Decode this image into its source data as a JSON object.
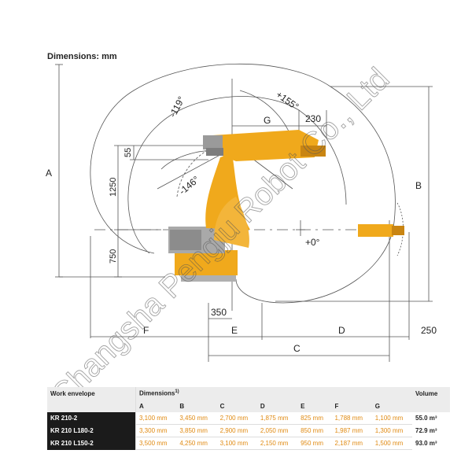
{
  "diagram": {
    "title": "Dimensions: mm",
    "labels": {
      "A": "A",
      "B": "B",
      "C": "C",
      "D": "D",
      "E": "E",
      "F": "F",
      "G": "G",
      "d230": "230",
      "d55": "55",
      "d1250": "1250",
      "d750": "750",
      "d350": "350",
      "d250": "250",
      "ang_m119": "-119°",
      "ang_p155": "+155°",
      "ang_m146": "-146°",
      "ang_p0": "+0°"
    },
    "watermark": "Changsha Pengju Robot Co., Ltd",
    "colors": {
      "robot": "#f0a91c",
      "robot_dark": "#c98512",
      "base": "#a9a9a9",
      "line": "#555555"
    }
  },
  "table": {
    "header_workenvelope": "Work envelope",
    "header_dimensions": "Dimensions",
    "header_dim_footnote": "1)",
    "header_volume": "Volume",
    "columns": [
      "A",
      "B",
      "C",
      "D",
      "E",
      "F",
      "G"
    ],
    "rows": [
      {
        "model": "KR 210-2",
        "values": [
          "3,100 mm",
          "3,450 mm",
          "2,700 mm",
          "1,875 mm",
          "825 mm",
          "1,788 mm",
          "1,100 mm"
        ],
        "volume": "55.0 m³"
      },
      {
        "model": "KR 210 L180-2",
        "values": [
          "3,300 mm",
          "3,850 mm",
          "2,900 mm",
          "2,050 mm",
          "850 mm",
          "1,987 mm",
          "1,300 mm"
        ],
        "volume": "72.9 m³"
      },
      {
        "model": "KR 210 L150-2",
        "values": [
          "3,500 mm",
          "4,250 mm",
          "3,100 mm",
          "2,150 mm",
          "950 mm",
          "2,187 mm",
          "1,500 mm"
        ],
        "volume": "93.0 m³"
      }
    ]
  }
}
